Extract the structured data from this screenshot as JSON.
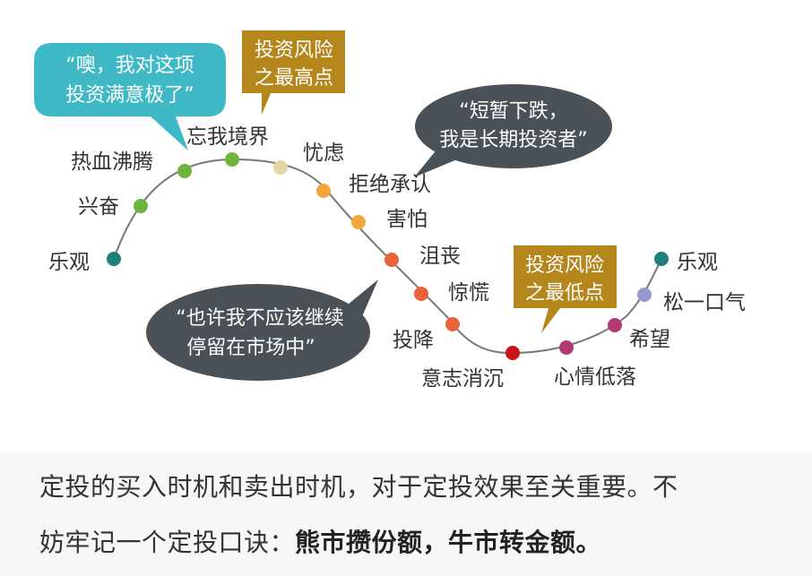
{
  "stages": [
    {
      "label": "乐观",
      "color": "#1f7f7c"
    },
    {
      "label": "兴奋",
      "color": "#6fb43a"
    },
    {
      "label": "热血沸腾",
      "color": "#6fb43a"
    },
    {
      "label": "忘我境界",
      "color": "#6fb43a"
    },
    {
      "label": "忧虑",
      "color": "#e5d7a4"
    },
    {
      "label": "拒绝承认",
      "color": "#f2a53a"
    },
    {
      "label": "害怕",
      "color": "#f2a53a"
    },
    {
      "label": "沮丧",
      "color": "#e8633a"
    },
    {
      "label": "惊慌",
      "color": "#e8633a"
    },
    {
      "label": "投降",
      "color": "#e8633a"
    },
    {
      "label": "意志消沉",
      "color": "#c9141c"
    },
    {
      "label": "心情低落",
      "color": "#b13a74"
    },
    {
      "label": "希望",
      "color": "#b13a74"
    },
    {
      "label": "松一口气",
      "color": "#9898d0"
    },
    {
      "label": "乐观",
      "color": "#1f7f7c"
    }
  ],
  "bubbles": {
    "teal": {
      "lines": [
        "“噢，我对这项",
        "投资满意极了”"
      ],
      "color": "#3fb9c6"
    },
    "dark_top": {
      "lines": [
        "“短暂下跌，",
        "我是长期投资者”"
      ],
      "color": "#4a5157"
    },
    "dark_bottom": {
      "lines": [
        "“也许我不应该继续",
        "停留在市场中”"
      ],
      "color": "#4a5157"
    }
  },
  "callouts": {
    "high": {
      "lines": [
        "投资风险",
        "之最高点"
      ],
      "color": "#b5861c"
    },
    "low": {
      "lines": [
        "投资风险",
        "之最低点"
      ],
      "color": "#b5861c"
    }
  },
  "caption": {
    "line1": "定投的买入时机和卖出时机，对于定投效果至关重要。不",
    "line2_prefix": "妨牢记一个定投口诀：",
    "line2_bold": "熊市攒份额，牛市转金额。"
  }
}
